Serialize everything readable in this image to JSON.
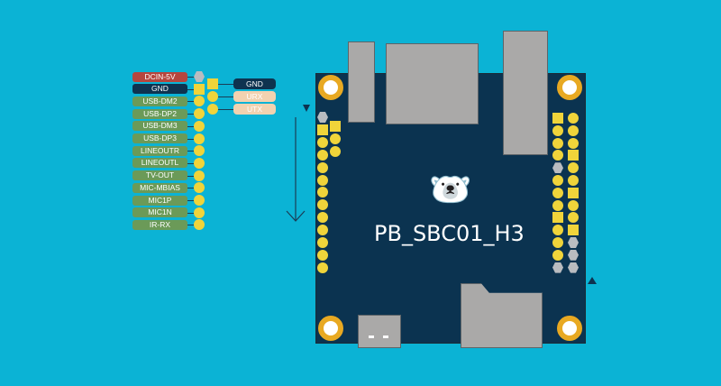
{
  "board_name": "PB_SBC01_H3",
  "left_header_labels": [
    {
      "text": "DCIN-5V",
      "color": "red",
      "pin": "hex"
    },
    {
      "text": "GND",
      "color": "navy",
      "pin": "square"
    },
    {
      "text": "USB-DM2",
      "color": "green",
      "pin": "circle"
    },
    {
      "text": "USB-DP2",
      "color": "green",
      "pin": "circle"
    },
    {
      "text": "USB-DM3",
      "color": "green",
      "pin": "circle"
    },
    {
      "text": "USB-DP3",
      "color": "green",
      "pin": "circle"
    },
    {
      "text": "LINEOUTR",
      "color": "green",
      "pin": "circle"
    },
    {
      "text": "LINEOUTL",
      "color": "green",
      "pin": "circle"
    },
    {
      "text": "TV-OUT",
      "color": "green",
      "pin": "circle"
    },
    {
      "text": "MIC-MBIAS",
      "color": "green",
      "pin": "circle"
    },
    {
      "text": "MIC1P",
      "color": "green",
      "pin": "circle"
    },
    {
      "text": "MIC1N",
      "color": "green",
      "pin": "circle"
    },
    {
      "text": "IR-RX",
      "color": "green",
      "pin": "circle"
    }
  ],
  "debug_uart_labels": [
    {
      "text": "GND",
      "color": "#0e3350",
      "text_color": "#ffffff",
      "pin": "square"
    },
    {
      "text": "URX",
      "color": "#f2d2b0",
      "text_color": "#ffffff",
      "pin": "circle"
    },
    {
      "text": "UTX",
      "color": "#f2d2b0",
      "text_color": "#ffffff",
      "pin": "circle"
    }
  ],
  "right_header_col1": [
    "square",
    "circle",
    "circle",
    "circle",
    "hex",
    "circle",
    "circle",
    "circle",
    "square",
    "circle",
    "circle",
    "circle",
    "hex"
  ],
  "right_header_col2": [
    "circle",
    "circle",
    "circle",
    "square",
    "circle",
    "circle",
    "square",
    "circle",
    "circle",
    "square",
    "hex",
    "hex",
    "hex"
  ],
  "colors": {
    "background": "#0bb3d5",
    "board": "#0b3350",
    "pin": "#f0d43a",
    "mount_ring": "#e8a922"
  },
  "mascot": "polar-bear"
}
